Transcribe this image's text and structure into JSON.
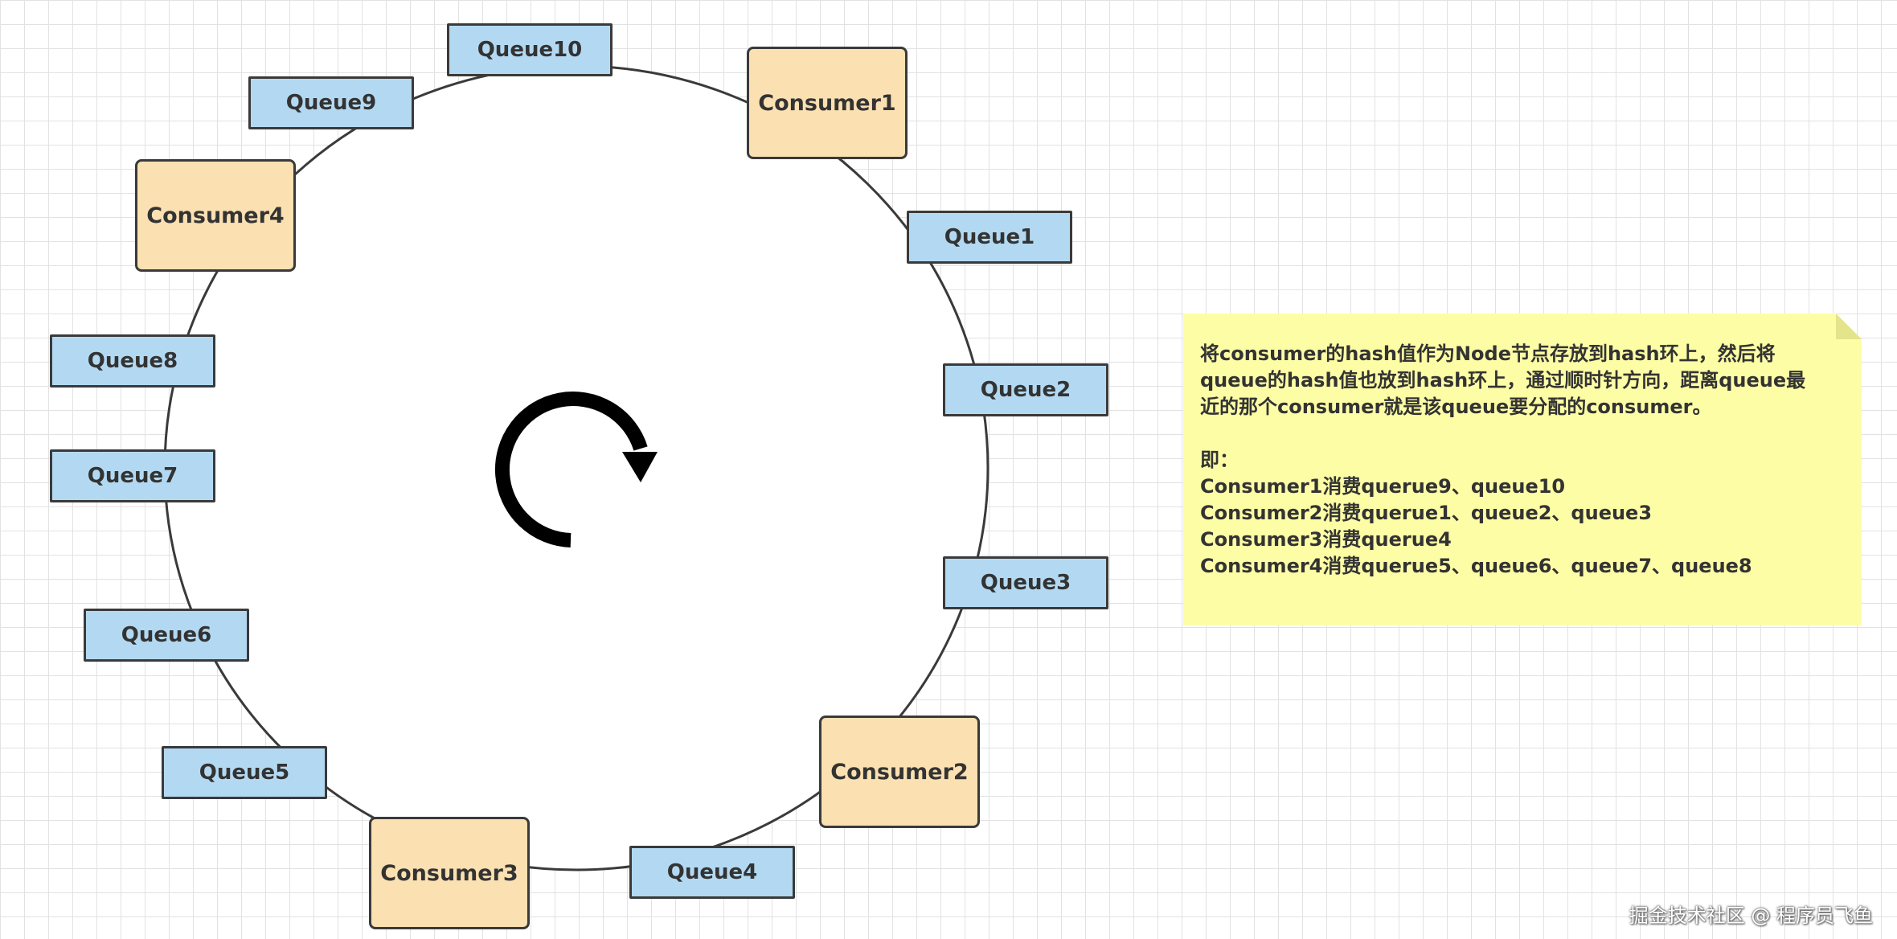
{
  "diagram": {
    "consumers": [
      {
        "id": "c1",
        "label": "Consumer1",
        "fill": "#fbe0b1"
      },
      {
        "id": "c2",
        "label": "Consumer2",
        "fill": "#fbe0b1"
      },
      {
        "id": "c3",
        "label": "Consumer3",
        "fill": "#fbe0b1"
      },
      {
        "id": "c4",
        "label": "Consumer4",
        "fill": "#fbe0b1"
      }
    ],
    "queues": [
      {
        "id": "q1",
        "label": "Queue1"
      },
      {
        "id": "q2",
        "label": "Queue2"
      },
      {
        "id": "q3",
        "label": "Queue3"
      },
      {
        "id": "q4",
        "label": "Queue4"
      },
      {
        "id": "q5",
        "label": "Queue5"
      },
      {
        "id": "q6",
        "label": "Queue6"
      },
      {
        "id": "q7",
        "label": "Queue7"
      },
      {
        "id": "q8",
        "label": "Queue8"
      },
      {
        "id": "q9",
        "label": "Queue9"
      },
      {
        "id": "q10",
        "label": "Queue10"
      }
    ],
    "ring_direction": "clockwise",
    "queue_fill": "#b3d9f2",
    "note": {
      "fill": "#fdfda6",
      "lines": [
        "将consumer的hash值作为Node节点存放到hash环上，然后将",
        "queue的hash值也放到hash环上，通过顺时针方向，距离queue最",
        "近的那个consumer就是该queue要分配的consumer。",
        "",
        "即：",
        "Consumer1消费querue9、queue10",
        "Consumer2消费querue1、queue2、queue3",
        "Consumer3消费querue4",
        "Consumer4消费querue5、queue6、queue7、queue8"
      ]
    }
  },
  "watermark": "掘金技术社区 @ 程序员飞鱼"
}
